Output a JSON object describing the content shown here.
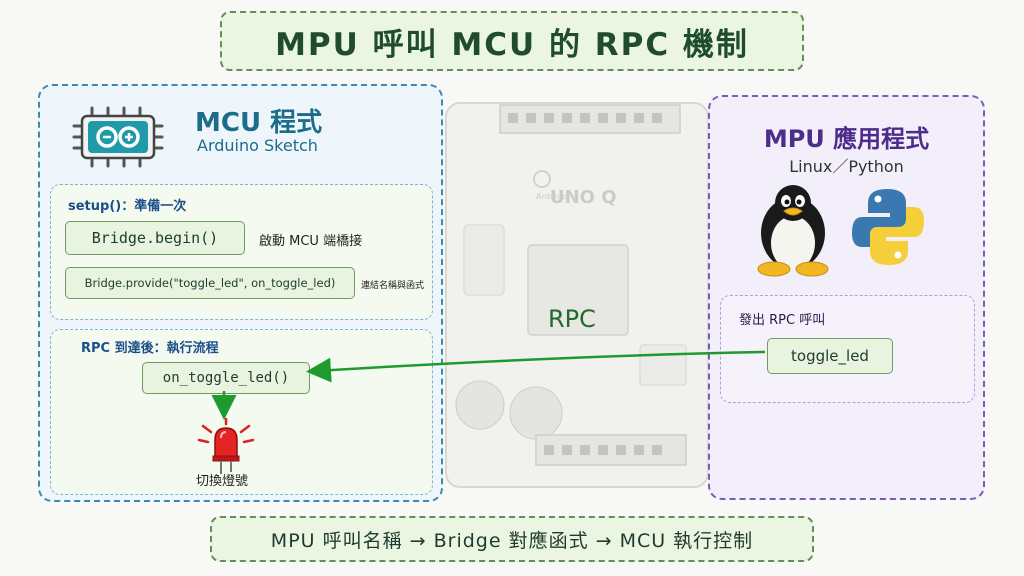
{
  "title": "MPU 呼叫 MCU 的 RPC 機制",
  "mcu": {
    "title": "MCU 程式",
    "subtitle": "Arduino Sketch",
    "setup": {
      "label": "setup()：準備一次",
      "begin_code": "Bridge.begin()",
      "begin_note": "啟動 MCU 端橋接",
      "provide_code": "Bridge.provide(\"toggle_led\", on_toggle_led)",
      "provide_note": "連結名稱與函式"
    },
    "rpc_flow": {
      "label": "RPC 到達後：執行流程",
      "handler_code": "on_toggle_led()",
      "led_caption": "切換燈號"
    }
  },
  "board": {
    "brand": "Arduino",
    "model": "UNO Q"
  },
  "rpc_arrow_label": "RPC",
  "mpu": {
    "title": "MPU 應用程式",
    "subtitle": "Linux／Python",
    "call": {
      "label": "發出 RPC 呼叫",
      "name": "toggle_led"
    }
  },
  "footer": "MPU 呼叫名稱 → Bridge 對應函式 → MCU 執行控制",
  "colors": {
    "mcu_border": "#3a8bb0",
    "mpu_border": "#7a5cb8",
    "arrow": "#1f9a2f",
    "led": "#e02020"
  },
  "icons": [
    "arduino-chip-icon",
    "linux-tux-icon",
    "python-logo-icon",
    "led-icon"
  ]
}
